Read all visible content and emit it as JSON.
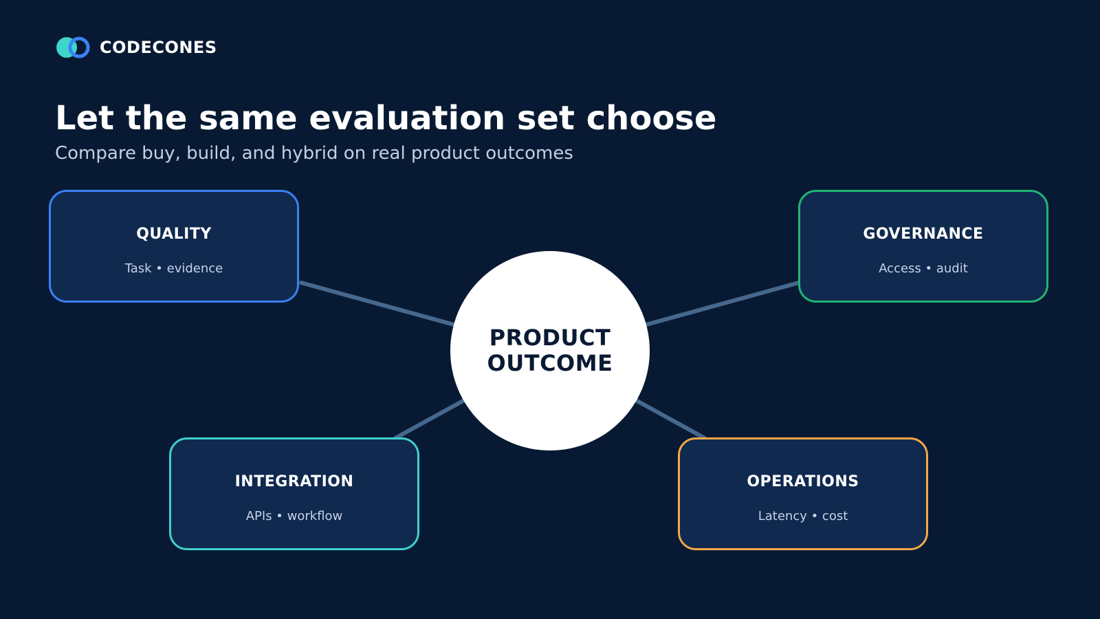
{
  "brand": {
    "name": "CODECONES",
    "colors": {
      "primary": "#3dd6c8",
      "secondary": "#3b82f6"
    }
  },
  "heading": {
    "title": "Let the same evaluation set choose",
    "subtitle": "Compare buy, build, and hybrid on real product outcomes"
  },
  "center": {
    "line1": "PRODUCT",
    "line2": "OUTCOME"
  },
  "nodes": [
    {
      "title": "QUALITY",
      "subtitle": "Task • evidence",
      "color": "#3b82f6"
    },
    {
      "title": "GOVERNANCE",
      "subtitle": "Access • audit",
      "color": "#22b573"
    },
    {
      "title": "INTEGRATION",
      "subtitle": "APIs • workflow",
      "color": "#3fd0cc"
    },
    {
      "title": "OPERATIONS",
      "subtitle": "Latency • cost",
      "color": "#f5a847"
    }
  ],
  "colors": {
    "background": "#081a33",
    "card": "#10294f",
    "connector": "#47688d"
  }
}
